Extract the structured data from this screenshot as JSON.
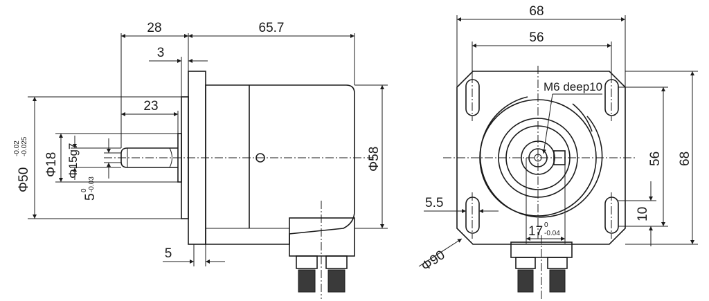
{
  "side_view": {
    "dim_flange_to_shaft": "28",
    "dim_body_length": "65.7",
    "dim_flange_thickness": "3",
    "dim_shaft_length": "23",
    "dim_spigot": "5",
    "dia_pilot": "Φ50",
    "dia_pilot_tol_upper": "-0.02",
    "dia_pilot_tol_lower": "-0.025",
    "dia_hub": "Φ18",
    "dia_shaft": "Φ15g7",
    "flat_depth": "5",
    "flat_tol_upper": "0",
    "flat_tol_lower": "-0.03",
    "dia_body": "Φ58"
  },
  "front_view": {
    "dim_outer_width": "68",
    "dim_hole_spacing_h": "56",
    "dim_hole_spacing_v": "56",
    "dim_outer_height": "68",
    "dim_slot_width": "5.5",
    "dim_slot_length": "10",
    "dim_key": "17",
    "key_tol_upper": "0",
    "key_tol_lower": "-0.04",
    "dia_bolt_circle": "Φ90",
    "thread_note": "M6 deep10"
  }
}
